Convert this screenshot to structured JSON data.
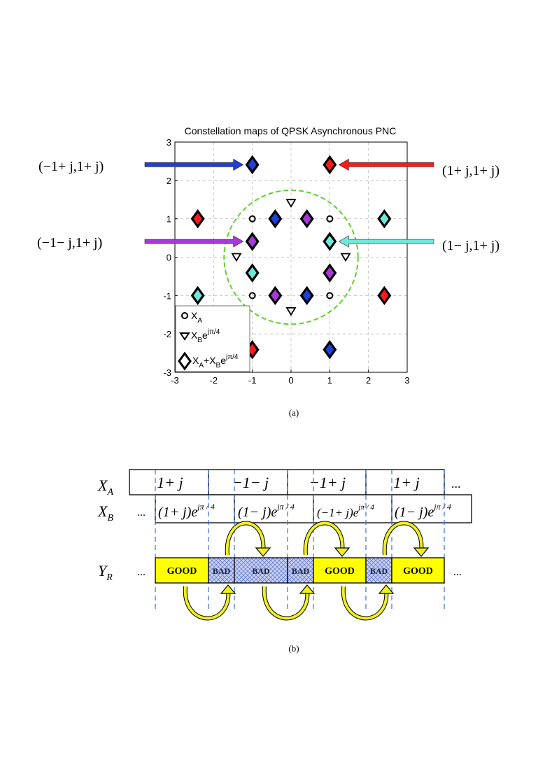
{
  "figure_a": {
    "caption": "(a)",
    "chart_data": {
      "type": "scatter",
      "title": "Constellation maps of QPSK Asynchronous PNC",
      "xlabel": "",
      "ylabel": "",
      "xlim": [
        -3,
        3
      ],
      "ylim": [
        -3,
        3
      ],
      "xticks": [
        "-3",
        "-2",
        "-1",
        "0",
        "1",
        "2",
        "3"
      ],
      "yticks": [
        "-3",
        "-2",
        "-1",
        "0",
        "1",
        "2",
        "3"
      ],
      "grid": true,
      "legend_placement": "bottom-left",
      "legend": [
        {
          "marker": "circle",
          "label": "X",
          "sub": "A",
          "sup": ""
        },
        {
          "marker": "triangle-down",
          "label": "X",
          "sub": "B",
          "sup": "e",
          "exp": "jπ/4"
        },
        {
          "marker": "diamond",
          "label": "X",
          "sub": "A",
          "mid": "+X",
          "sub2": "B",
          "sup": "e",
          "exp": "jπ/4"
        }
      ],
      "circle_marks": [
        [
          -1,
          1
        ],
        [
          1,
          1
        ],
        [
          -1,
          -1
        ],
        [
          1,
          -1
        ]
      ],
      "triangle_marks": [
        [
          0,
          1.41
        ],
        [
          -1.41,
          0
        ],
        [
          1.41,
          0
        ],
        [
          0,
          -1.41
        ]
      ],
      "diamonds": [
        {
          "x": -1,
          "y": 2.41,
          "color": "#1f3fd6"
        },
        {
          "x": 1,
          "y": 2.41,
          "color": "#ff1a1a"
        },
        {
          "x": -2.41,
          "y": 1,
          "color": "#ff1a1a"
        },
        {
          "x": -0.41,
          "y": 1,
          "color": "#1f3fd6"
        },
        {
          "x": 0.41,
          "y": 1,
          "color": "#a63ad8"
        },
        {
          "x": 2.41,
          "y": 1,
          "color": "#6fe8d8"
        },
        {
          "x": -1,
          "y": 0.41,
          "color": "#a63ad8"
        },
        {
          "x": 1,
          "y": 0.41,
          "color": "#6fe8d8"
        },
        {
          "x": -1,
          "y": -0.41,
          "color": "#6fe8d8"
        },
        {
          "x": 1,
          "y": -0.41,
          "color": "#a63ad8"
        },
        {
          "x": -2.41,
          "y": -1,
          "color": "#6fe8d8"
        },
        {
          "x": -0.41,
          "y": -1,
          "color": "#a63ad8"
        },
        {
          "x": 0.41,
          "y": -1,
          "color": "#1f3fd6"
        },
        {
          "x": 2.41,
          "y": -1,
          "color": "#ff1a1a"
        },
        {
          "x": -1,
          "y": -2.41,
          "color": "#ff1a1a"
        },
        {
          "x": 1,
          "y": -2.41,
          "color": "#1f3fd6"
        }
      ],
      "decision_circle": {
        "cx": 0,
        "cy": 0,
        "r": 1.73,
        "color": "#5fd12e"
      },
      "annotations": [
        {
          "label": "(−1+ j,1+ j)",
          "color": "#1f3fd6",
          "target": [
            -1,
            2.41
          ]
        },
        {
          "label": "(1+ j,1+ j)",
          "color": "#ff1a1a",
          "target": [
            1,
            2.41
          ]
        },
        {
          "label": "(−1− j,1+ j)",
          "color": "#a63ad8",
          "target": [
            -1,
            0.41
          ]
        },
        {
          "label": "(1− j,1+ j)",
          "color": "#6fe8d8",
          "target": [
            1,
            0.41
          ]
        }
      ]
    }
  },
  "figure_b": {
    "caption": "(b)",
    "rows": {
      "xa": {
        "label": "X",
        "sub": "A",
        "symbols": [
          "1+ j",
          "−1− j",
          "−1+ j",
          "1+ j"
        ],
        "ellipsis_after": "..."
      },
      "xb": {
        "label": "X",
        "sub": "B",
        "ellipsis_before": "...",
        "exp": "jπ / 4",
        "symbols": [
          "(1+ j)e",
          "(1− j)e",
          "(−1+ j)e",
          "(1− j)e"
        ]
      },
      "yr": {
        "label": "Y",
        "sub": "R",
        "ellipsis_before": "...",
        "ellipsis_after": "...",
        "segments": [
          {
            "text": "GOOD",
            "kind": "good"
          },
          {
            "text": "BAD",
            "kind": "bad"
          },
          {
            "text": "BAD",
            "kind": "bad"
          },
          {
            "text": "BAD",
            "kind": "bad"
          },
          {
            "text": "GOOD",
            "kind": "good"
          },
          {
            "text": "BAD",
            "kind": "bad"
          },
          {
            "text": "GOOD",
            "kind": "good"
          }
        ]
      }
    },
    "colors": {
      "good": "#ffff00",
      "bad": "#c8d2f5",
      "hatch": "#5a6fd0",
      "guide": "#3a6fe0",
      "arrow": "#f0f020"
    }
  }
}
